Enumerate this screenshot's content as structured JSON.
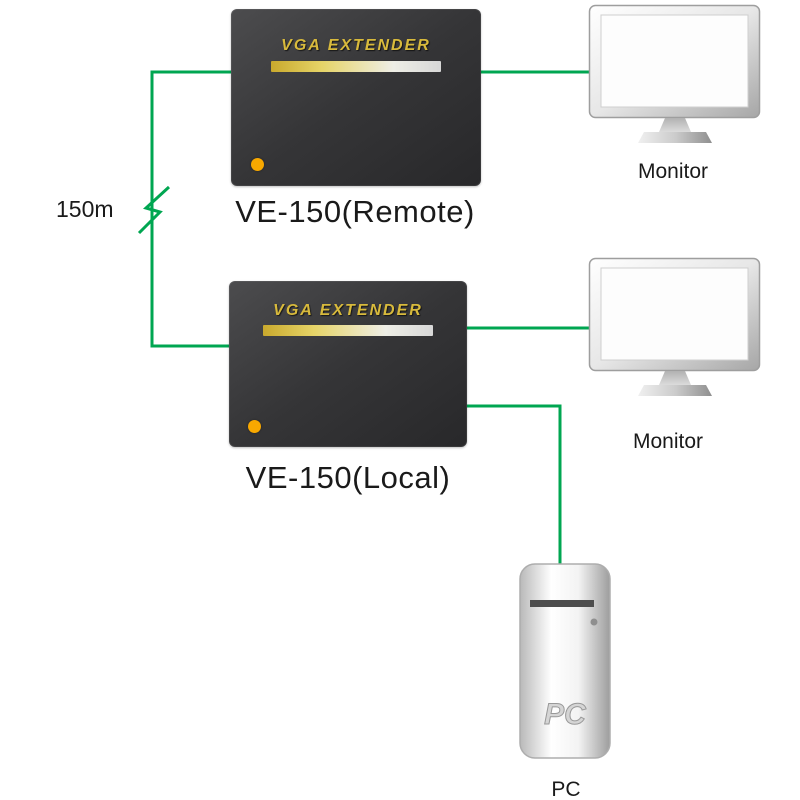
{
  "extenders": {
    "remote": {
      "brand": "VGA EXTENDER",
      "label": "VE-150(Remote)"
    },
    "local": {
      "brand": "VGA EXTENDER",
      "label": "VE-150(Local)"
    }
  },
  "monitors": {
    "top": {
      "label": "Monitor"
    },
    "bottom": {
      "label": "Monitor"
    }
  },
  "pc": {
    "case_text": "PC",
    "label": "PC"
  },
  "link": {
    "distance_label": "150m"
  },
  "colors": {
    "connection_green": "#00a651",
    "led_orange": "#f8a800",
    "brand_yellow": "#d8ba3c",
    "extender_body": "#353537"
  }
}
